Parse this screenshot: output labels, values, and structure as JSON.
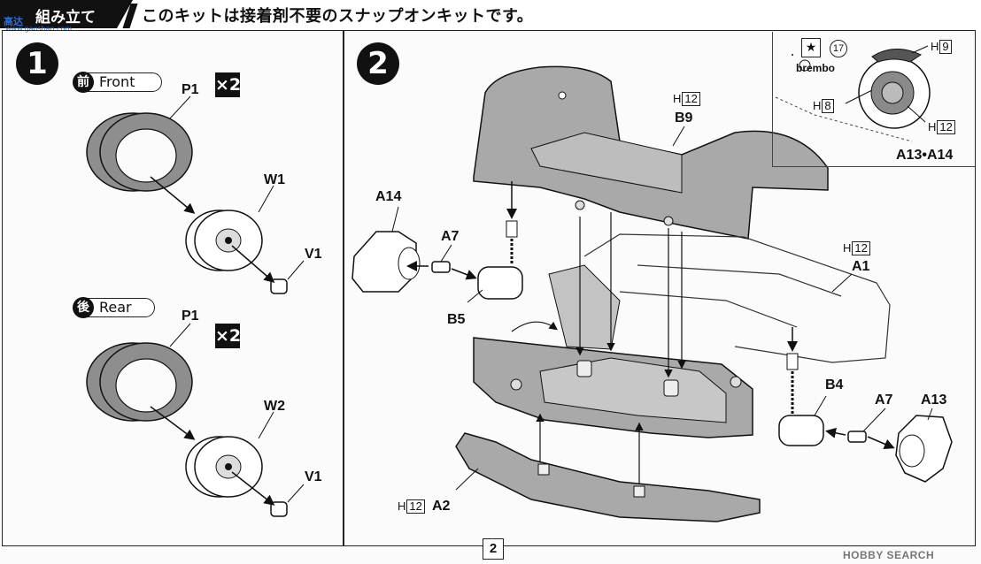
{
  "header": {
    "tab_label": "組み立て",
    "text": "このキットは接着剤不要のスナップオンキットです。"
  },
  "watermark_top": {
    "line1": "高达",
    "line2": "www.gaoshan.com"
  },
  "watermark_bottom": "HOBBY SEARCH",
  "page_number": "2",
  "step1": {
    "number": "1",
    "front": {
      "kanji": "前",
      "word": "Front",
      "multiplier": "×2",
      "tire": "P1",
      "wheel": "W1",
      "cap": "V1"
    },
    "rear": {
      "kanji": "後",
      "word": "Rear",
      "multiplier": "×2",
      "tire": "P1",
      "wheel": "W2",
      "cap": "V1"
    }
  },
  "step2": {
    "number": "2",
    "parts": {
      "b9": "B9",
      "b9_h": "H",
      "b9_h_num": "12",
      "a14": "A14",
      "a7_left": "A7",
      "b5": "B5",
      "a1": "A1",
      "a1_h": "H",
      "a1_h_num": "12",
      "b4": "B4",
      "a7_right": "A7",
      "a13": "A13",
      "a2": "A2",
      "a2_h": "H",
      "a2_h_num": "12"
    },
    "callout": {
      "star": "★",
      "circle_num": "17",
      "brand": "brembo",
      "h9": "H",
      "h9_num": "9",
      "h8": "H",
      "h8_num": "8",
      "h12": "H",
      "h12_num": "12",
      "label": "A13•A14"
    }
  }
}
